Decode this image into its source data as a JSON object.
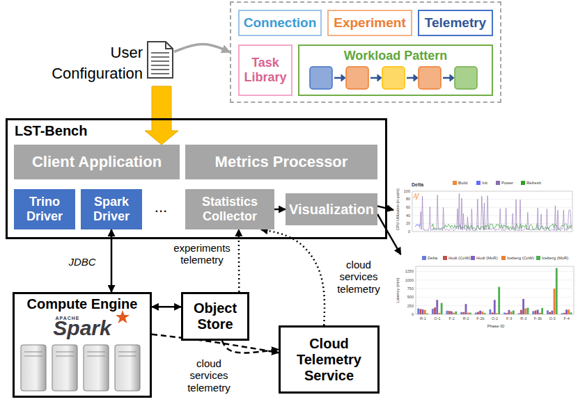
{
  "diagram": {
    "nodes": [
      {
        "text": [
          "User Configuration"
        ]
      },
      {
        "text": []
      },
      {
        "text": [
          "Connection"
        ],
        "in": 1
      },
      {
        "text": [
          "Experiment"
        ],
        "in": 1
      },
      {
        "text": [
          "Telemetry"
        ],
        "in": 1
      },
      {
        "text": [
          "Task Library"
        ],
        "in": 1
      },
      {
        "text": [
          "Workload Pattern"
        ],
        "in": 1
      },
      {
        "text": [
          "LST-Bench"
        ]
      },
      {
        "text": [
          "Client Application"
        ],
        "in": 7
      },
      {
        "text": [
          "Metrics Processor"
        ],
        "in": 7
      },
      {
        "text": [
          "Trino Driver"
        ],
        "in": 7
      },
      {
        "text": [
          "Spark Driver"
        ],
        "in": 7
      },
      {
        "text": [
          "Statistics Collector"
        ],
        "in": 7
      },
      {
        "text": [
          "Visualization"
        ],
        "in": 7
      },
      {
        "text": [
          "Delta",
          "CPU Utilization (in pairs)"
        ]
      },
      {
        "text": [
          "Latency (min)",
          "Phase ID"
        ]
      },
      {
        "text": [
          "Compute Engine",
          "APACHE",
          "Spark"
        ]
      },
      {
        "text": [
          "Object Store"
        ]
      },
      {
        "text": [
          "Cloud Telemetry Service"
        ]
      }
    ],
    "edges": [
      {
        "from": 0,
        "to": 1,
        "arrow": "to"
      },
      {
        "from": 0,
        "to": 8,
        "arrow": "to"
      },
      {
        "from": 12,
        "to": 13,
        "arrow": "to"
      },
      {
        "from": 13,
        "to": 14,
        "arrow": "to"
      },
      {
        "from": 13,
        "to": 15,
        "arrow": "to"
      },
      {
        "from": 11,
        "to": 16,
        "label": "JDBC",
        "arrow": "both"
      },
      {
        "from": 16,
        "to": 17,
        "arrow": "both"
      },
      {
        "from": 17,
        "to": 12,
        "label": "experiments telemetry",
        "arrow": "to"
      },
      {
        "from": 18,
        "to": 12,
        "label": "cloud services telemetry",
        "arrow": "to"
      },
      {
        "from": 17,
        "to": 18,
        "arrow": "to"
      },
      {
        "from": 16,
        "to": 18,
        "label": "cloud services telemetry",
        "arrow": "to"
      }
    ],
    "labels": [
      "...",
      "0",
      "20",
      "40",
      "60",
      "80",
      "100",
      "0",
      "250",
      "500",
      "750",
      "1000",
      "1250",
      "R-1",
      "O-1",
      "F-2",
      "R-2",
      "F-2b",
      "O-2",
      "F-3",
      "R-3",
      "F-3b",
      "O-3",
      "F-4"
    ],
    "legend": [
      {
        "text": "Build",
        "color": "#ef8a3c"
      },
      {
        "text": "Init",
        "color": "#636efa"
      },
      {
        "text": "Power",
        "color": "#8c6bb1"
      },
      {
        "text": "Refresh",
        "color": "#2ca02c"
      },
      {
        "text": "Delta",
        "color": "#6c7bd8"
      },
      {
        "text": "Hudi (CoW)",
        "color": "#c0504d"
      },
      {
        "text": "Hudi (MoR)",
        "color": "#7f5fbf"
      },
      {
        "text": "Iceberg (CoW)",
        "color": "#ed7d31"
      },
      {
        "text": "Iceberg (MoR)",
        "color": "#4caf50"
      }
    ]
  }
}
